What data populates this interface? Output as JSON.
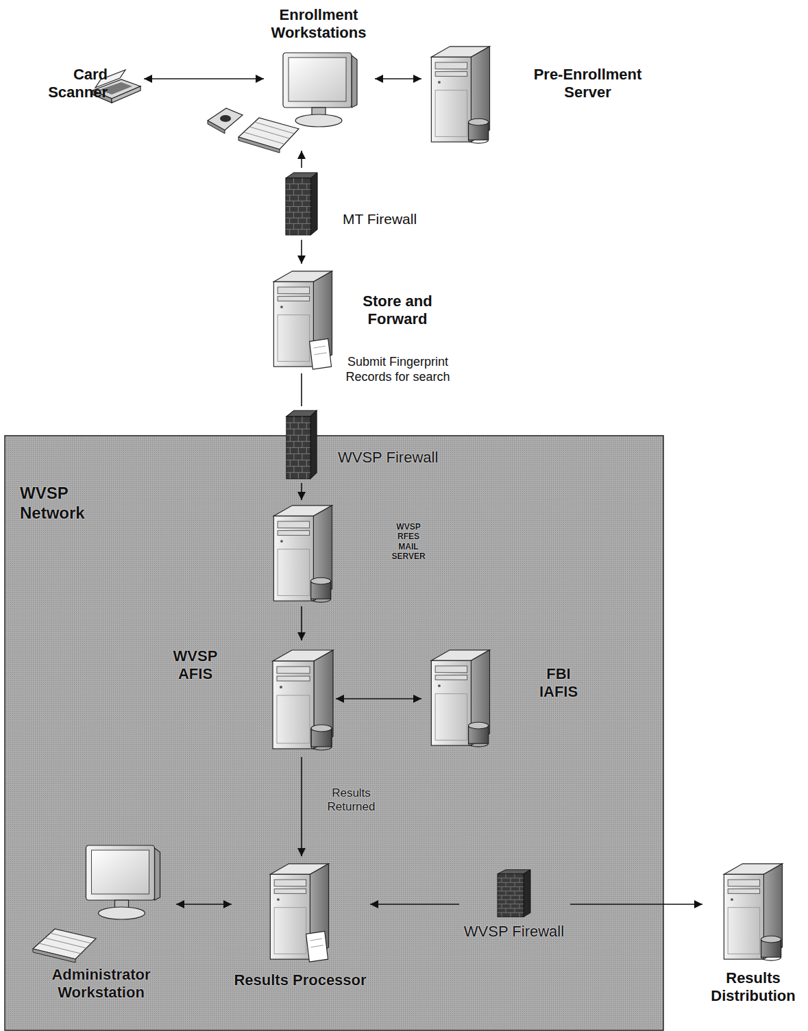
{
  "diagram": {
    "nodes": [
      {
        "text": [
          "Card Scanner"
        ]
      },
      {
        "text": [
          "Enrollment Workstations"
        ]
      },
      {
        "text": [
          "Pre-Enrollment Server"
        ]
      },
      {
        "text": [
          "MT Firewall"
        ]
      },
      {
        "text": [
          "Store and Forward"
        ]
      },
      {
        "text": [
          "WVSP Network"
        ]
      },
      {
        "text": [
          "WVSP Firewall"
        ],
        "in": 5
      },
      {
        "text": [
          "WVSP RFES MAIL SERVER"
        ],
        "in": 5
      },
      {
        "text": [
          "WVSP AFIS"
        ],
        "in": 5
      },
      {
        "text": [
          "FBI IAFIS"
        ],
        "in": 5
      },
      {
        "text": [
          "Administrator Workstation"
        ],
        "in": 5
      },
      {
        "text": [
          "Results Processor"
        ],
        "in": 5
      },
      {
        "text": [
          "WVSP Firewall"
        ],
        "in": 5
      },
      {
        "text": [
          "Results Distribution"
        ]
      }
    ],
    "edges": [
      {
        "from": 0,
        "to": 1,
        "arrow": "both"
      },
      {
        "from": 1,
        "to": 2,
        "arrow": "both"
      },
      {
        "from": 3,
        "to": 1,
        "arrow": "to"
      },
      {
        "from": 3,
        "to": 4,
        "arrow": "to"
      },
      {
        "from": 4,
        "to": 6,
        "arrow": "none"
      },
      {
        "from": 6,
        "to": 7,
        "arrow": "to"
      },
      {
        "from": 7,
        "to": 8,
        "arrow": "to"
      },
      {
        "from": 8,
        "to": 9,
        "arrow": "both"
      },
      {
        "from": 8,
        "to": 11,
        "arrow": "to",
        "label": "Results Returned"
      },
      {
        "from": 10,
        "to": 11,
        "arrow": "both"
      },
      {
        "from": 12,
        "to": 11,
        "arrow": "to"
      },
      {
        "from": 12,
        "to": 13,
        "arrow": "to"
      }
    ],
    "labels": [
      "Submit Fingerprint Records for search"
    ]
  }
}
